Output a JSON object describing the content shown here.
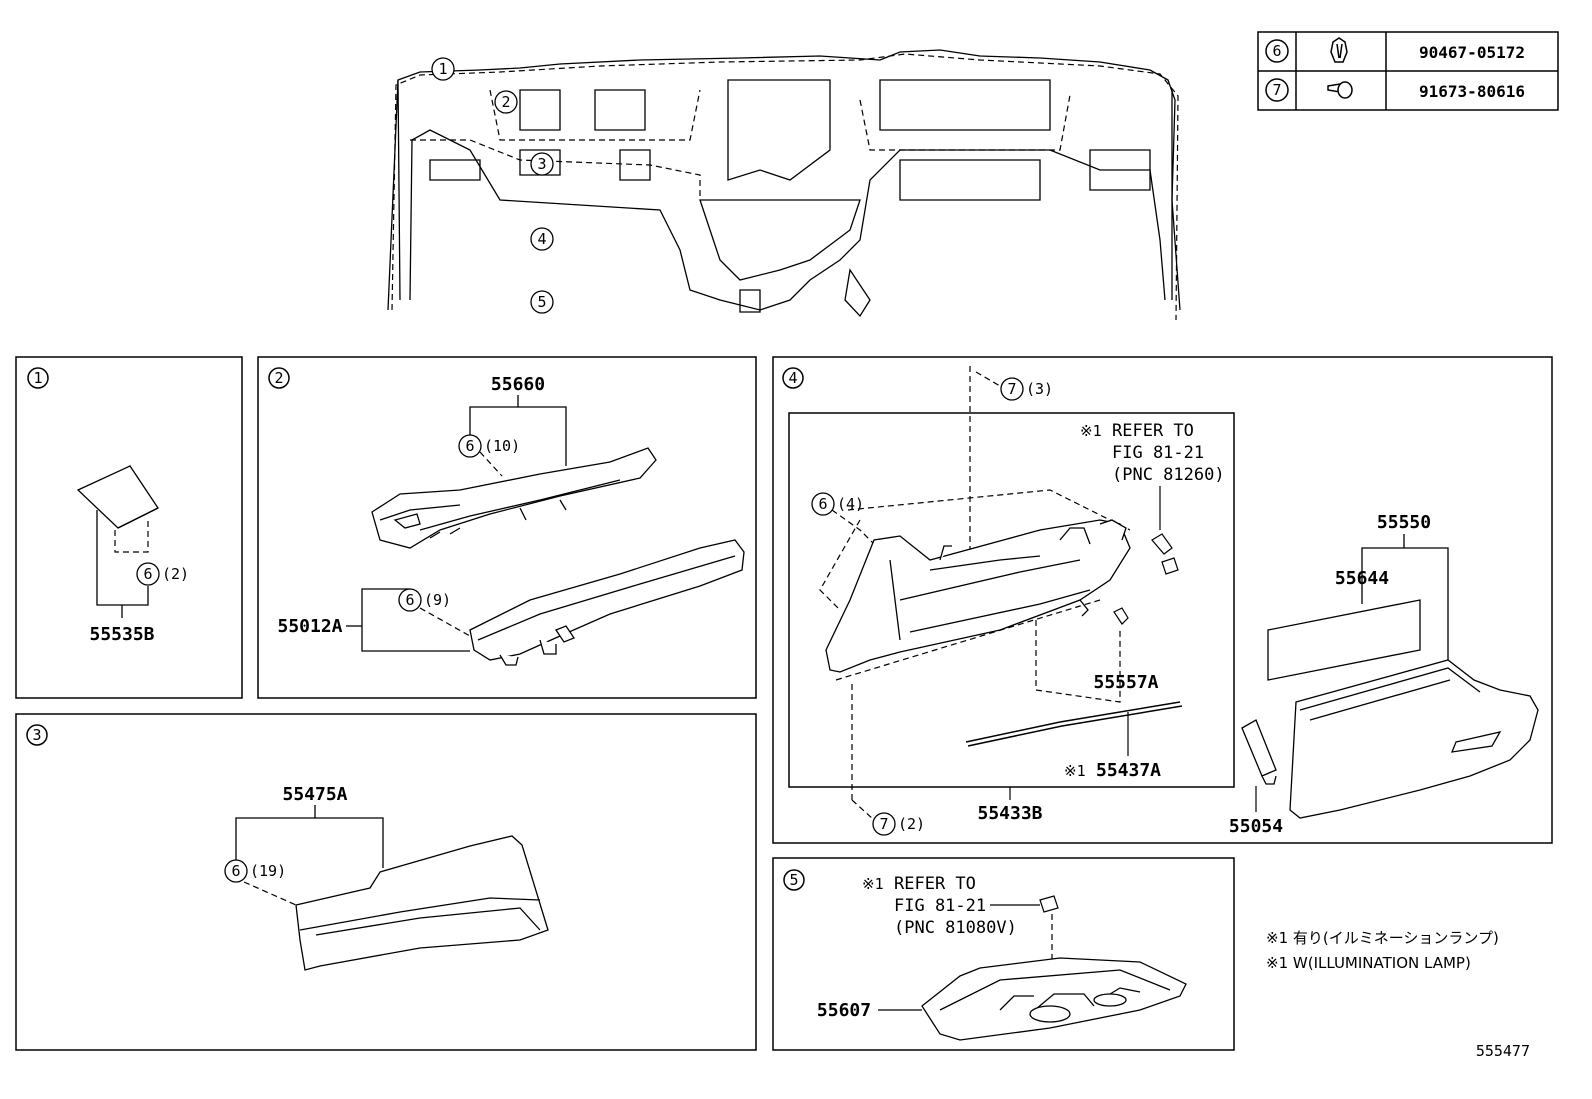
{
  "fastener_table": [
    {
      "ref": "6",
      "part_no": "90467-05172"
    },
    {
      "ref": "7",
      "part_no": "91673-80616"
    }
  ],
  "overview": {
    "callouts": [
      "1",
      "2",
      "3",
      "4",
      "5"
    ]
  },
  "panel1": {
    "num": "1",
    "part": "55535B",
    "fastener_ref": "6",
    "qty": "(2)"
  },
  "panel2": {
    "num": "2",
    "part_top": "55660",
    "fastener_top_ref": "6",
    "fastener_top_qty": "(10)",
    "part_bottom": "55012A",
    "fastener_bottom_ref": "6",
    "fastener_bottom_qty": "(9)"
  },
  "panel3": {
    "num": "3",
    "part": "55475A",
    "fastener_ref": "6",
    "qty": "(19)"
  },
  "panel4": {
    "num": "4",
    "fastener_a_ref": "7",
    "fastener_a_qty": "(3)",
    "fastener_b_ref": "6",
    "fastener_b_qty": "(4)",
    "fastener_c_ref": "7",
    "fastener_c_qty": "(2)",
    "refer": {
      "mark": "※1",
      "line1": "REFER TO",
      "line2": "FIG 81-21",
      "line3": "(PNC 81260)"
    },
    "part_55557A": "55557A",
    "part_55437A_mark": "※1",
    "part_55437A": "55437A",
    "part_55433B": "55433B",
    "part_55550": "55550",
    "part_55644": "55644",
    "part_55054": "55054"
  },
  "panel5": {
    "num": "5",
    "refer": {
      "mark": "※1",
      "line1": "REFER TO",
      "line2": "FIG 81-21",
      "line3": "(PNC 81080V)"
    },
    "part": "55607"
  },
  "notes": [
    "※1 有り(イルミネーションランプ)",
    "※1 W(ILLUMINATION LAMP)"
  ],
  "figure_no": "555477"
}
